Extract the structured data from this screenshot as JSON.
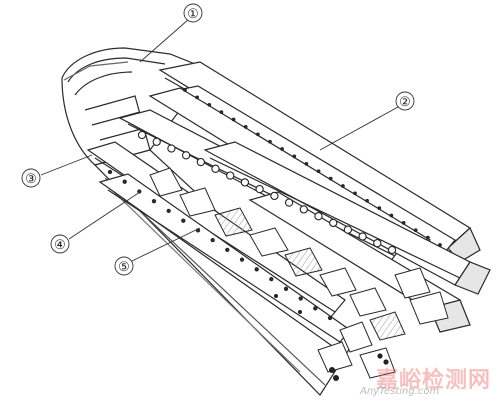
{
  "callouts": [
    {
      "id": "callout-1",
      "label": "①"
    },
    {
      "id": "callout-2",
      "label": "②"
    },
    {
      "id": "callout-3",
      "label": "③"
    },
    {
      "id": "callout-4",
      "label": "④"
    },
    {
      "id": "callout-5",
      "label": "⑤"
    }
  ],
  "watermark": {
    "main": "嘉峪检测网",
    "sub": "AnyTesting.com"
  },
  "colors": {
    "line": "#2a2a2a",
    "fill": "#ffffff",
    "shade": "#d9d9d9"
  }
}
